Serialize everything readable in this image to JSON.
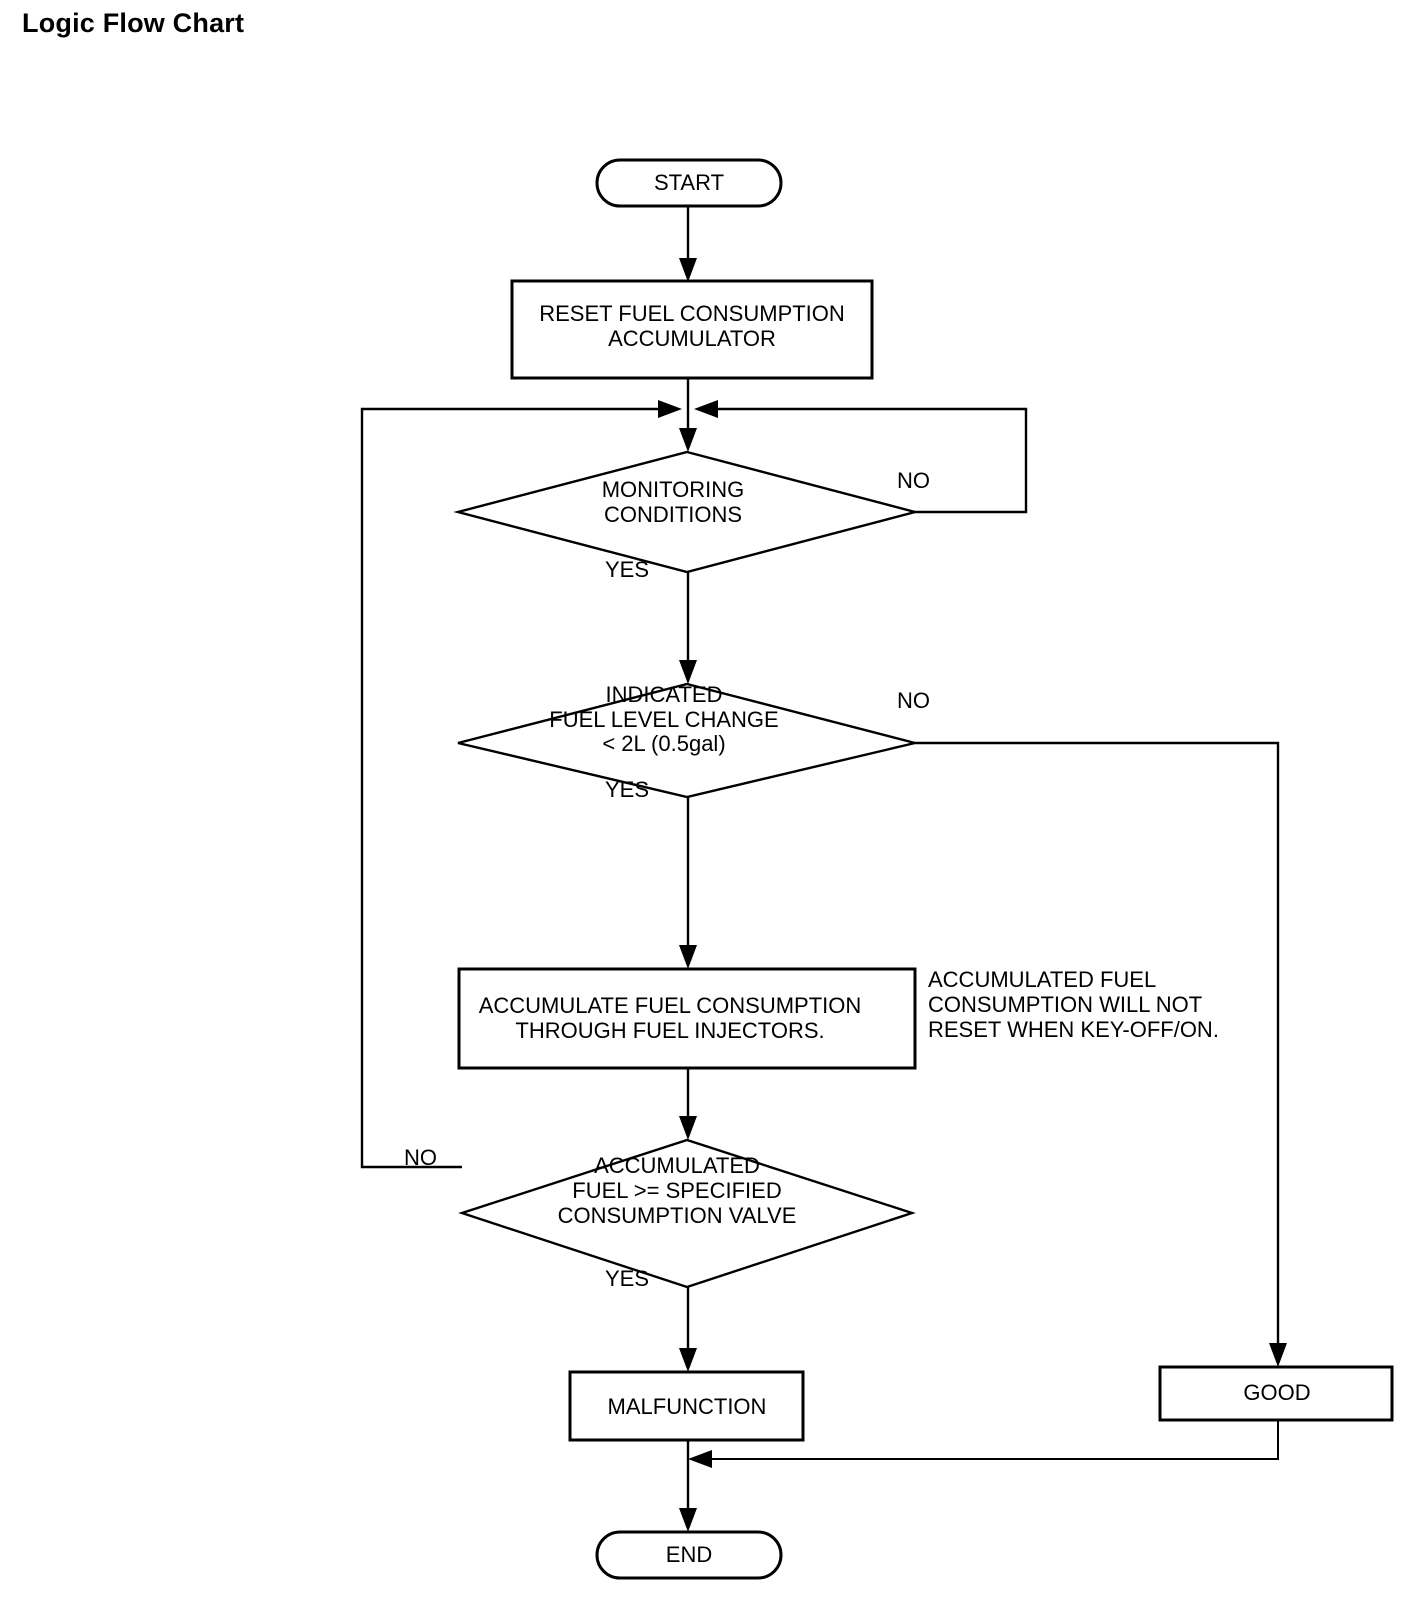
{
  "page": {
    "title": "Logic Flow Chart"
  },
  "chart_data": {
    "type": "diagram",
    "title": "Logic Flow Chart",
    "nodes": [
      {
        "id": "start",
        "shape": "terminator",
        "label": "START"
      },
      {
        "id": "reset",
        "shape": "process",
        "lines": [
          "RESET FUEL CONSUMPTION",
          "ACCUMULATOR"
        ]
      },
      {
        "id": "monitoring",
        "shape": "decision",
        "lines": [
          "MONITORING",
          "CONDITIONS"
        ]
      },
      {
        "id": "fuel_level",
        "shape": "decision",
        "lines": [
          "INDICATED",
          "FUEL LEVEL CHANGE",
          "< 2L (0.5gal)"
        ]
      },
      {
        "id": "accumulate",
        "shape": "process",
        "lines": [
          "ACCUMULATE FUEL CONSUMPTION",
          "THROUGH FUEL INJECTORS."
        ]
      },
      {
        "id": "threshold",
        "shape": "decision",
        "lines": [
          "ACCUMULATED",
          "FUEL >= SPECIFIED",
          "CONSUMPTION VALVE"
        ]
      },
      {
        "id": "malfunction",
        "shape": "process",
        "label": "MALFUNCTION"
      },
      {
        "id": "good",
        "shape": "process",
        "label": "GOOD"
      },
      {
        "id": "end",
        "shape": "terminator",
        "label": "END"
      }
    ],
    "edges": [
      {
        "from": "start",
        "to": "reset",
        "label": ""
      },
      {
        "from": "reset",
        "to": "monitoring",
        "label": ""
      },
      {
        "from": "monitoring",
        "to": "fuel_level",
        "label": "YES"
      },
      {
        "from": "monitoring",
        "to": "monitoring",
        "label": "NO"
      },
      {
        "from": "fuel_level",
        "to": "accumulate",
        "label": "YES"
      },
      {
        "from": "fuel_level",
        "to": "good",
        "label": "NO"
      },
      {
        "from": "accumulate",
        "to": "threshold",
        "label": ""
      },
      {
        "from": "threshold",
        "to": "malfunction",
        "label": "YES"
      },
      {
        "from": "threshold",
        "to": "monitoring",
        "label": "NO"
      },
      {
        "from": "malfunction",
        "to": "end",
        "label": ""
      },
      {
        "from": "good",
        "to": "end",
        "label": ""
      }
    ],
    "annotations": [
      {
        "attached_to": "accumulate",
        "lines": [
          "ACCUMULATED FUEL",
          "CONSUMPTION WILL NOT",
          "RESET WHEN KEY-OFF/ON."
        ]
      }
    ]
  },
  "labels": {
    "start": "START",
    "reset_l1": "RESET FUEL CONSUMPTION",
    "reset_l2": "ACCUMULATOR",
    "monitoring_l1": "MONITORING",
    "monitoring_l2": "CONDITIONS",
    "monitoring_no": "NO",
    "monitoring_yes": "YES",
    "fuel_level_l1": "INDICATED",
    "fuel_level_l2": "FUEL LEVEL CHANGE",
    "fuel_level_l3": "< 2L (0.5gal)",
    "fuel_level_no": "NO",
    "fuel_level_yes": "YES",
    "accumulate_l1": "ACCUMULATE FUEL CONSUMPTION",
    "accumulate_l2": "THROUGH FUEL INJECTORS.",
    "note_l1": "ACCUMULATED FUEL",
    "note_l2": "CONSUMPTION WILL NOT",
    "note_l3": "RESET WHEN KEY-OFF/ON.",
    "threshold_l1": "ACCUMULATED",
    "threshold_l2": "FUEL >= SPECIFIED",
    "threshold_l3": "CONSUMPTION VALVE",
    "threshold_no": "NO",
    "threshold_yes": "YES",
    "malfunction": "MALFUNCTION",
    "good": "GOOD",
    "end": "END"
  },
  "colors": {
    "ink": "#000000",
    "paper": "#ffffff"
  }
}
